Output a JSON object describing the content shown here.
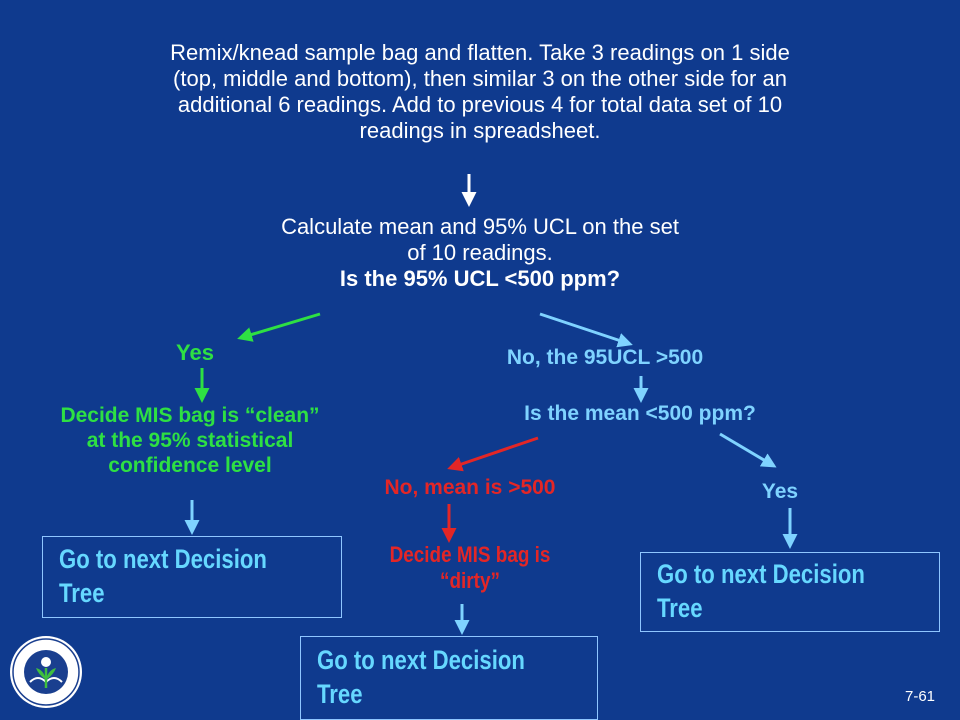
{
  "step1": {
    "line1": "Remix/knead sample bag and flatten.  Take 3 readings on 1 side",
    "line2": "(top, middle and bottom), then similar 3 on the other side for an",
    "line3": "additional 6 readings.  Add to previous 4 for total data set of 10",
    "line4": "readings in spreadsheet."
  },
  "step2": {
    "line1": "Calculate mean and 95% UCL on the set",
    "line2": "of 10 readings.",
    "question": "Is the 95% UCL <500 ppm?"
  },
  "branch_yes": {
    "label": "Yes",
    "decision_line1": "Decide MIS bag is “clean”",
    "decision_line2": "at the 95% statistical",
    "decision_line3": "confidence level",
    "box": "Go to next Decision Tree"
  },
  "branch_no": {
    "label": "No, the 95UCL >500",
    "question": "Is the mean <500 ppm?",
    "no_label": "No, mean is >500",
    "dirty_line1": "Decide MIS bag is",
    "dirty_line2": "“dirty”",
    "box_dirty": "Go to next Decision Tree",
    "yes_label": "Yes",
    "box_yes": "Go to next Decision Tree"
  },
  "slide_number": "7-61",
  "colors": {
    "background": "#0f3a8e",
    "yes_branch": "#2ee043",
    "no_branch": "#7fd3ff",
    "dirty_branch": "#e32626",
    "box_text": "#66d8ff"
  },
  "icons": {
    "logo": "epa-seal-icon"
  }
}
